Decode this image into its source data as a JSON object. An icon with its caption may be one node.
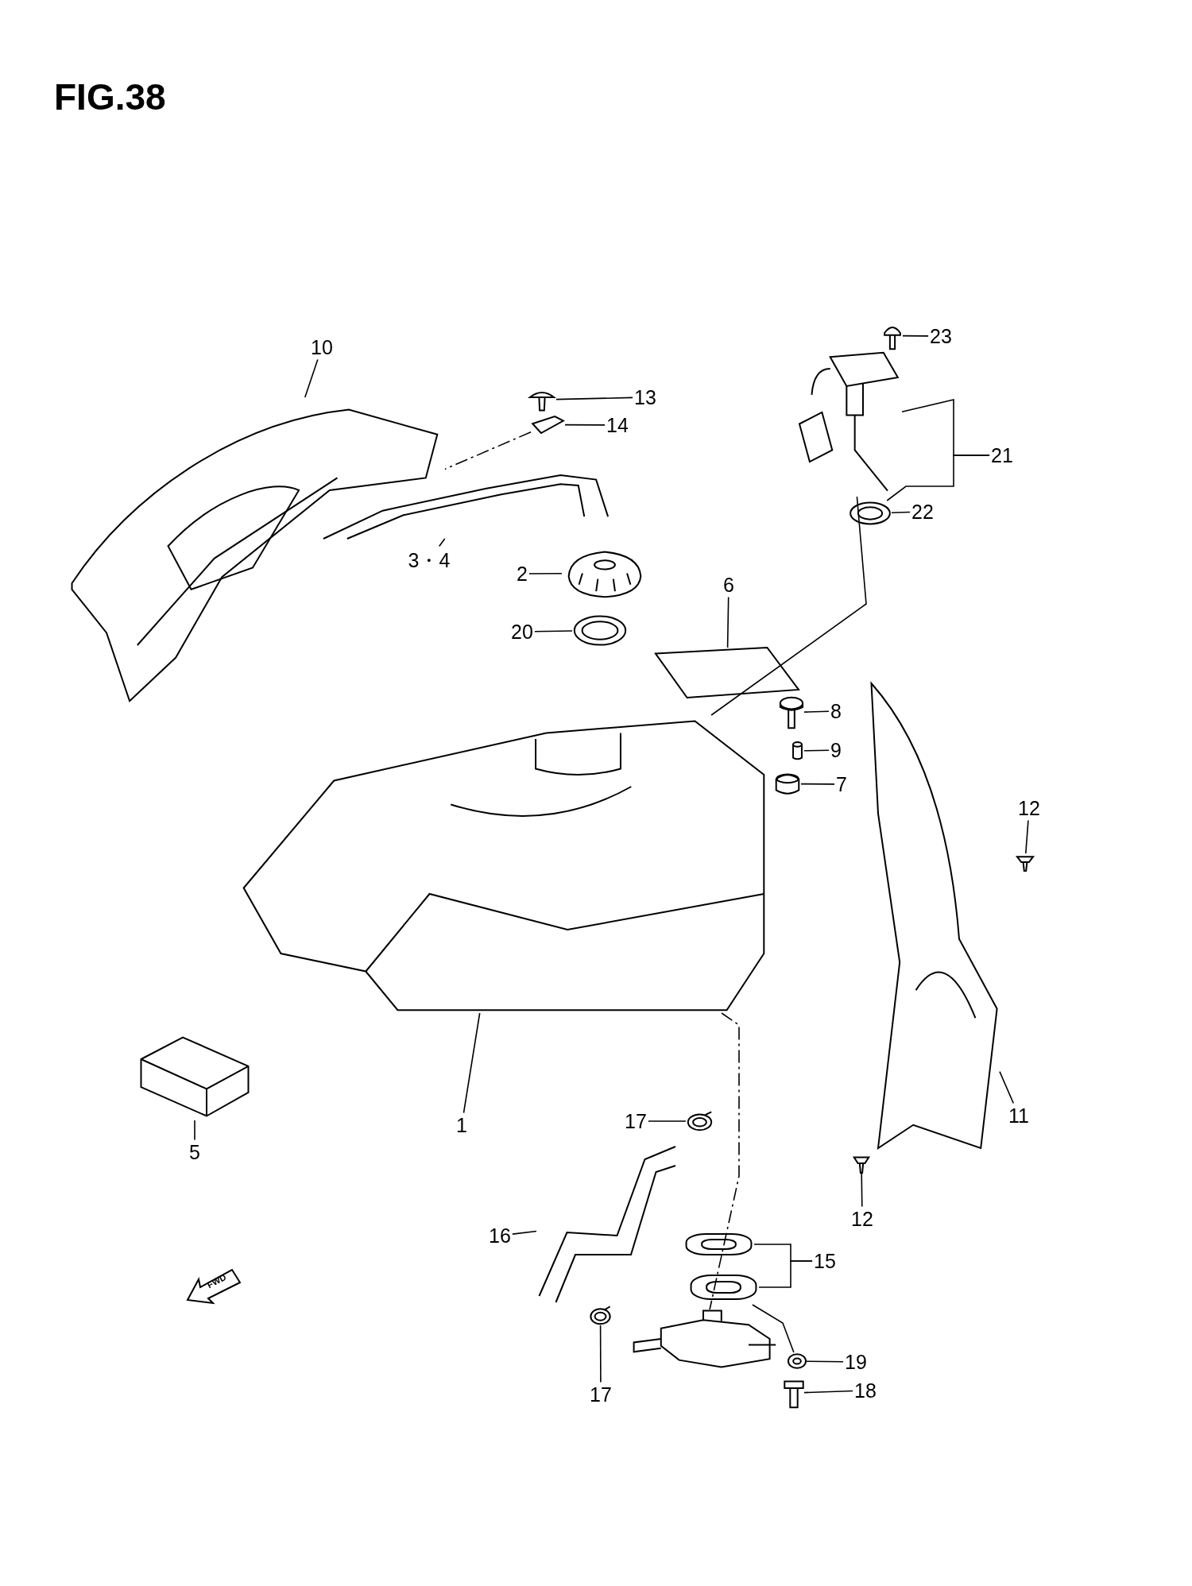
{
  "diagram": {
    "title": "FIG.38",
    "nodes": [
      {
        "text": [
          "10"
        ]
      },
      {
        "text": [],
        "shape": "picture"
      },
      {
        "text": [
          "13"
        ]
      },
      {
        "text": [],
        "shape": "picture"
      },
      {
        "text": [
          "14"
        ]
      },
      {
        "text": [],
        "shape": "picture"
      },
      {
        "text": [
          "23"
        ]
      },
      {
        "text": [],
        "shape": "picture"
      },
      {
        "text": [
          "21"
        ]
      },
      {
        "text": [],
        "shape": "picture"
      },
      {
        "text": [
          "22"
        ]
      },
      {
        "text": [],
        "shape": "picture"
      },
      {
        "text": [
          "2"
        ]
      },
      {
        "text": [],
        "shape": "picture"
      },
      {
        "text": [
          "3・4"
        ]
      },
      {
        "text": [],
        "shape": "picture"
      },
      {
        "text": [
          "6"
        ]
      },
      {
        "text": [],
        "shape": "picture"
      },
      {
        "text": [
          "20"
        ]
      },
      {
        "text": [],
        "shape": "picture"
      },
      {
        "text": [
          "8"
        ]
      },
      {
        "text": [],
        "shape": "picture"
      },
      {
        "text": [
          "9"
        ]
      },
      {
        "text": [],
        "shape": "picture"
      },
      {
        "text": [
          "7"
        ]
      },
      {
        "text": [],
        "shape": "picture"
      },
      {
        "text": [
          "12"
        ]
      },
      {
        "text": [],
        "shape": "picture"
      },
      {
        "text": [],
        "shape": "picture"
      },
      {
        "text": [
          "5"
        ]
      },
      {
        "text": [],
        "shape": "picture"
      },
      {
        "text": [
          "1"
        ]
      },
      {
        "text": [
          "11"
        ]
      },
      {
        "text": [],
        "shape": "picture"
      },
      {
        "text": [
          "17"
        ]
      },
      {
        "text": [],
        "shape": "picture"
      },
      {
        "text": [
          "12"
        ]
      },
      {
        "text": [],
        "shape": "picture"
      },
      {
        "text": [
          "16"
        ]
      },
      {
        "text": [],
        "shape": "picture"
      },
      {
        "text": [
          "15"
        ]
      },
      {
        "text": [],
        "shape": "picture"
      },
      {
        "text": [],
        "shape": "picture"
      },
      {
        "text": [],
        "shape": "picture"
      },
      {
        "text": [
          "19"
        ]
      },
      {
        "text": [],
        "shape": "picture"
      },
      {
        "text": [
          "17"
        ]
      },
      {
        "text": [],
        "shape": "picture"
      },
      {
        "text": [
          "18"
        ]
      },
      {
        "text": [],
        "shape": "picture"
      }
    ],
    "edges": [
      {
        "from": 0,
        "to": 1,
        "arrow": "none"
      },
      {
        "from": 2,
        "to": 3,
        "arrow": "none"
      },
      {
        "from": 4,
        "to": 5,
        "arrow": "none"
      },
      {
        "from": 6,
        "to": 7,
        "arrow": "none"
      },
      {
        "from": 8,
        "to": 9,
        "arrow": "none"
      },
      {
        "from": 8,
        "to": 11,
        "arrow": "none"
      },
      {
        "from": 10,
        "to": 11,
        "arrow": "none"
      },
      {
        "from": 12,
        "to": 13,
        "arrow": "none"
      },
      {
        "from": 14,
        "to": 15,
        "arrow": "none"
      },
      {
        "from": 16,
        "to": 17,
        "arrow": "none"
      },
      {
        "from": 18,
        "to": 19,
        "arrow": "none"
      },
      {
        "from": 20,
        "to": 21,
        "arrow": "none"
      },
      {
        "from": 22,
        "to": 23,
        "arrow": "none"
      },
      {
        "from": 24,
        "to": 25,
        "arrow": "none"
      },
      {
        "from": 26,
        "to": 27,
        "arrow": "none"
      },
      {
        "from": 29,
        "to": 30,
        "arrow": "none"
      },
      {
        "from": 31,
        "to": 28,
        "arrow": "none"
      },
      {
        "from": 32,
        "to": 33,
        "arrow": "none"
      },
      {
        "from": 34,
        "to": 35,
        "arrow": "none"
      },
      {
        "from": 36,
        "to": 37,
        "arrow": "none"
      },
      {
        "from": 38,
        "to": 39,
        "arrow": "none"
      },
      {
        "from": 40,
        "to": 41,
        "arrow": "none"
      },
      {
        "from": 40,
        "to": 42,
        "arrow": "none"
      },
      {
        "from": 44,
        "to": 45,
        "arrow": "none"
      },
      {
        "from": 46,
        "to": 47,
        "arrow": "none"
      },
      {
        "from": 48,
        "to": 49,
        "arrow": "none"
      },
      {
        "from": 9,
        "to": 28,
        "arrow": "none"
      },
      {
        "from": 28,
        "to": 43,
        "arrow": "none",
        "style": "dashed"
      },
      {
        "from": 5,
        "to": 1,
        "arrow": "none",
        "style": "dashed"
      },
      {
        "from": 42,
        "to": 45,
        "arrow": "none"
      }
    ],
    "labels": [
      "FWD"
    ]
  }
}
